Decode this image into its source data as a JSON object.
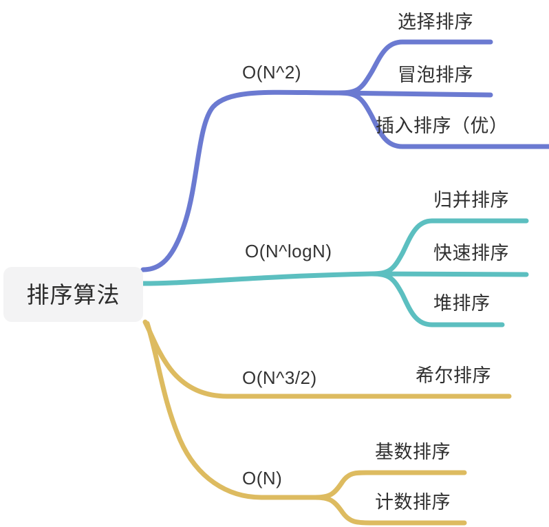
{
  "diagram": {
    "type": "mind-map",
    "title": "排序算法",
    "background_color": "#ffffff",
    "root": {
      "label": "排序算法",
      "box_color": "#f3f3f4",
      "text_color": "#2b2b2b"
    },
    "branches": [
      {
        "label": "O(N^2)",
        "color": "#6b7ad1",
        "children": [
          {
            "label": "选择排序"
          },
          {
            "label": "冒泡排序"
          },
          {
            "label": "插入排序（优）"
          }
        ]
      },
      {
        "label": "O(N^logN)",
        "color": "#5cbfc0",
        "children": [
          {
            "label": "归并排序"
          },
          {
            "label": "快速排序"
          },
          {
            "label": "堆排序"
          }
        ]
      },
      {
        "label": "O(N^3/2)",
        "color": "#ddbb60",
        "children": [
          {
            "label": "希尔排序"
          }
        ]
      },
      {
        "label": "O(N)",
        "color": "#ddbb60",
        "children": [
          {
            "label": "基数排序"
          },
          {
            "label": "计数排序"
          }
        ]
      }
    ]
  },
  "colors": {
    "blue": "#6b7ad1",
    "teal": "#5cbfc0",
    "gold": "#ddbb60",
    "root_bg": "#f3f3f4",
    "text": "#2f2f2f"
  }
}
